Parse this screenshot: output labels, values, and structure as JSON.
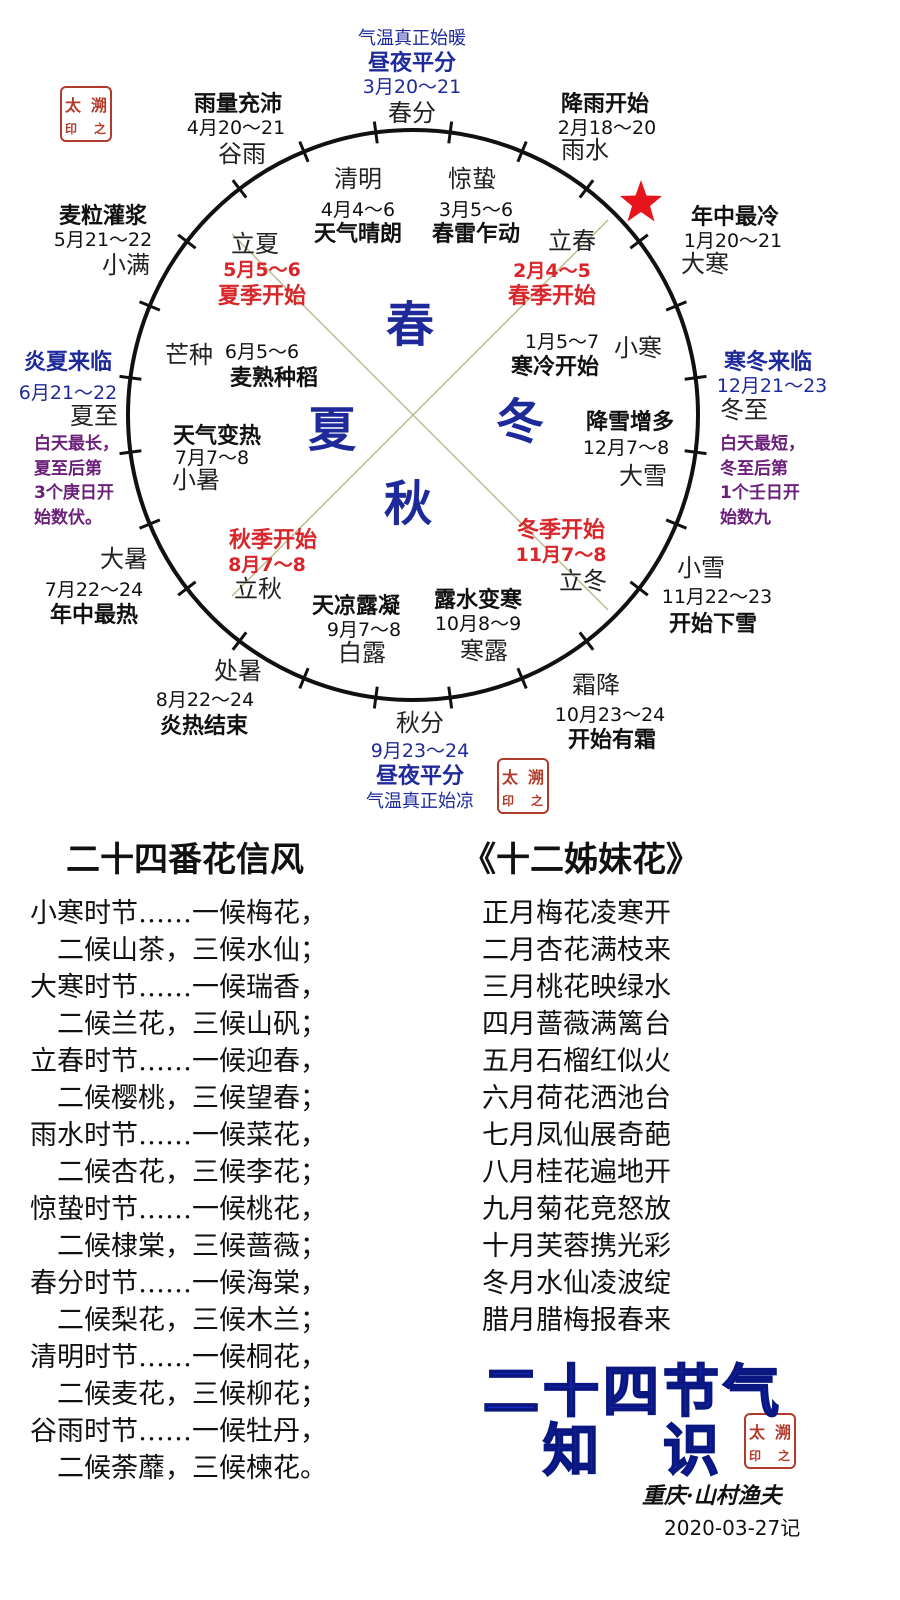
{
  "wheel": {
    "seasons": {
      "spring": "春",
      "summer": "夏",
      "autumn": "秋",
      "winter": "冬"
    },
    "outer": [
      {
        "id": "chunfen",
        "above": "气温真正始暖",
        "mid": "昼夜平分",
        "date": "3月20～21",
        "term": "春分"
      },
      {
        "id": "yushui",
        "desc": "降雨开始",
        "date": "2月18～20",
        "term": "雨水"
      },
      {
        "id": "dahan",
        "desc": "年中最冷",
        "date": "1月20～21",
        "term": "大寒"
      },
      {
        "id": "dongzhi",
        "head": "寒冬来临",
        "date": "12月21～23",
        "term": "冬至"
      },
      {
        "id": "xiaoxue",
        "term": "小雪",
        "date": "11月22～23",
        "desc": "开始下雪"
      },
      {
        "id": "shuangjiang",
        "term": "霜降",
        "date": "10月23～24",
        "desc": "开始有霜"
      },
      {
        "id": "qiufen",
        "term": "秋分",
        "date": "9月23～24",
        "mid": "昼夜平分",
        "below": "气温真正始凉"
      },
      {
        "id": "chushu",
        "term": "处暑",
        "date": "8月22～24",
        "desc": "炎热结束"
      },
      {
        "id": "dashu",
        "term": "大暑",
        "date": "7月22～24",
        "desc": "年中最热"
      },
      {
        "id": "xiazhi",
        "head": "炎夏来临",
        "date": "6月21～22",
        "term": "夏至"
      },
      {
        "id": "xiaoman",
        "desc": "麦粒灌浆",
        "date": "5月21～22",
        "term": "小满"
      },
      {
        "id": "guyu",
        "desc": "雨量充沛",
        "date": "4月20～21",
        "term": "谷雨"
      }
    ],
    "inner": [
      {
        "id": "qingming",
        "term": "清明",
        "date": "4月4～6",
        "desc": "天气晴朗"
      },
      {
        "id": "jingzhe",
        "term": "惊蛰",
        "date": "3月5～6",
        "desc": "春雷乍动"
      },
      {
        "id": "lichun",
        "term": "立春",
        "date": "2月4～5",
        "desc": "春季开始"
      },
      {
        "id": "xiaohan",
        "term": "小寒",
        "date": "1月5～7",
        "desc": "寒冷开始"
      },
      {
        "id": "daxue",
        "term": "大雪",
        "date": "12月7～8",
        "desc": "降雪增多"
      },
      {
        "id": "lidong",
        "term": "立冬",
        "date": "11月7～8",
        "desc": "冬季开始"
      },
      {
        "id": "hanlu",
        "term": "寒露",
        "date": "10月8～9",
        "desc": "露水变寒"
      },
      {
        "id": "bailu",
        "term": "白露",
        "date": "9月7～8",
        "desc": "天凉露凝"
      },
      {
        "id": "liqiu",
        "term": "立秋",
        "date": "8月7～8",
        "desc": "秋季开始"
      },
      {
        "id": "xiaoshu",
        "term": "小暑",
        "date": "7月7～8",
        "desc": "天气变热"
      },
      {
        "id": "mangzhong",
        "term": "芒种",
        "date": "6月5～6",
        "desc": "麦熟种稻"
      },
      {
        "id": "lixia",
        "term": "立夏",
        "date": "5月5～6",
        "desc": "夏季开始"
      }
    ],
    "notes": {
      "summer": "白天最长，\n夏至后第\n3个庚日开\n始数伏。",
      "winter": "白天最短，\n冬至后第\n1个壬日开\n始数九"
    },
    "colors": {
      "blue": "#1f2a9a",
      "red": "#d8262a",
      "purple": "#6b1f7a",
      "star": "#e8141b"
    }
  },
  "seal": {
    "chars": [
      "太",
      "溯",
      "印",
      "之"
    ]
  },
  "flower_wind": {
    "title": "二十四番花信风",
    "lines": [
      "小寒时节……一候梅花，",
      "　二候山茶，三候水仙；",
      "大寒时节……一候瑞香，",
      "　二候兰花，三候山矾；",
      "立春时节……一候迎春，",
      "　二候樱桃，三候望春；",
      "雨水时节……一候菜花，",
      "　二候杏花，三候李花；",
      "惊蛰时节……一候桃花，",
      "　二候棣棠，三候蔷薇；",
      "春分时节……一候海棠，",
      "　二候梨花，三候木兰；",
      "清明时节……一候桐花，",
      "　二候麦花，三候柳花；",
      "谷雨时节……一候牡丹，",
      "　二候荼蘼，三候楝花。"
    ]
  },
  "twelve_sisters": {
    "title": "《十二姊妹花》",
    "lines": [
      "正月梅花凌寒开",
      "二月杏花满枝来",
      "三月桃花映绿水",
      "四月蔷薇满篱台",
      "五月石榴红似火",
      "六月荷花洒池台",
      "七月凤仙展奇葩",
      "八月桂花遍地开",
      "九月菊花竞怒放",
      "十月芙蓉携光彩",
      "冬月水仙凌波绽",
      "腊月腊梅报春来"
    ]
  },
  "footer": {
    "big_title": "二十四节气\n　知　识",
    "signature": "重庆·山村渔夫",
    "date": "2020-03-27记"
  }
}
